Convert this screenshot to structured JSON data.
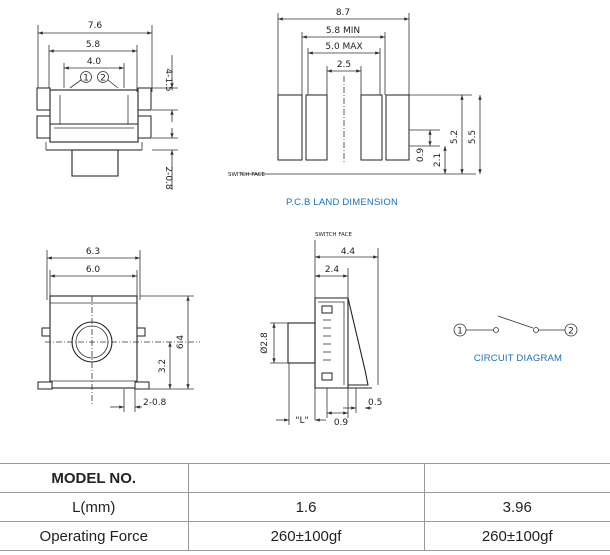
{
  "top_left_view": {
    "dim_overall": "7.6",
    "dim_inner": "5.8",
    "dim_terminal": "4.0",
    "pin1": "1",
    "pin2": "2",
    "dim_height": "4-1.5",
    "dim_shaft": "2-0.8"
  },
  "pcb_land": {
    "dim_overall": "8.7",
    "dim_min": "5.8 MIN",
    "dim_max": "5.0 MAX",
    "dim_center": "2.5",
    "dim_a": "0.9",
    "dim_b": "2.1",
    "dim_c": "5.2",
    "dim_d": "5.5",
    "switch_face": "SWITCH FACE",
    "caption": "P.C.B LAND DIMENSION"
  },
  "front_view": {
    "dim_outer": "6.3",
    "dim_inner": "6.0",
    "dim_height": "6.4",
    "dim_half": "3.2",
    "dim_foot": "2-0.8"
  },
  "side_view": {
    "switch_face": "SWITCH FACE",
    "dim_depth": "4.4",
    "dim_body": "2.4",
    "dim_dia": "Ø2.8",
    "dim_l": "\"L\"",
    "dim_gap": "0.9",
    "dim_lead": "0.5"
  },
  "circuit": {
    "pin1": "1",
    "pin2": "2",
    "caption": "CIRCUIT DIAGRAM"
  },
  "table": {
    "header": {
      "label": "MODEL NO.",
      "col1": "",
      "col2": ""
    },
    "rows": [
      {
        "label": "L(mm)",
        "col1": "1.6",
        "col2": "3.96"
      },
      {
        "label": "Operating Force",
        "col1": "260±100gf",
        "col2": "260±100gf"
      }
    ]
  }
}
